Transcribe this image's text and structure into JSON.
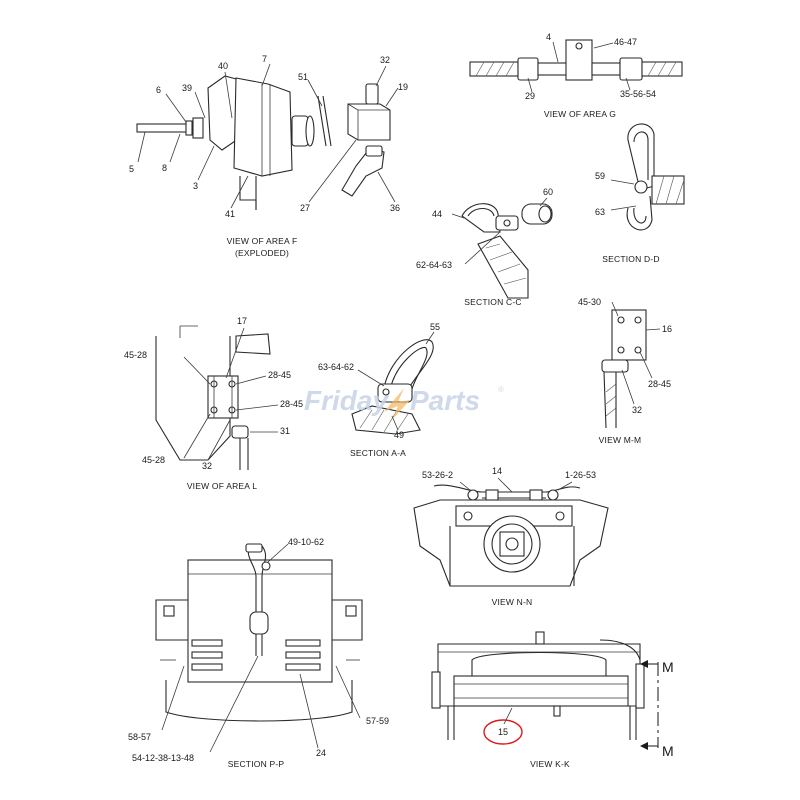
{
  "views": {
    "area_f": {
      "caption_1": "VIEW OF AREA F",
      "caption_2": "(EXPLODED)",
      "callouts": [
        "40",
        "7",
        "39",
        "6",
        "51",
        "32",
        "19",
        "5",
        "8",
        "3",
        "41",
        "27",
        "36"
      ]
    },
    "area_g": {
      "caption": "VIEW OF AREA G",
      "callouts": [
        "4",
        "46-47",
        "29",
        "35-56-54"
      ]
    },
    "section_cc": {
      "caption": "SECTION C-C",
      "callouts": [
        "60",
        "44",
        "62-64-63"
      ]
    },
    "section_dd": {
      "caption": "SECTION D-D",
      "callouts": [
        "59",
        "63"
      ]
    },
    "area_l": {
      "caption": "VIEW OF AREA L",
      "callouts": [
        "17",
        "45-28",
        "28-45",
        "28-45",
        "31",
        "45-28",
        "32"
      ]
    },
    "section_aa": {
      "caption": "SECTION A-A",
      "callouts": [
        "55",
        "63-64-62",
        "49"
      ]
    },
    "view_mm": {
      "caption": "VIEW M-M",
      "callouts": [
        "45-30",
        "16",
        "28-45",
        "32"
      ]
    },
    "view_nn": {
      "caption": "VIEW N-N",
      "callouts": [
        "14",
        "53-26-2",
        "1-26-53"
      ]
    },
    "section_pp": {
      "caption": "SECTION P-P",
      "callouts": [
        "49-10-62",
        "58-57",
        "57-59",
        "54-12-38-13-48",
        "24"
      ]
    },
    "view_kk": {
      "caption": "VIEW K-K",
      "callouts": [
        "M",
        "M",
        "15"
      ]
    }
  },
  "watermark": {
    "word_1": "Friday",
    "word_2": "Parts",
    "mark": "®"
  },
  "colors": {
    "line": "#2a2a2a",
    "highlight_circle": "#d81c1c",
    "watermark": "#c7d3e6"
  }
}
